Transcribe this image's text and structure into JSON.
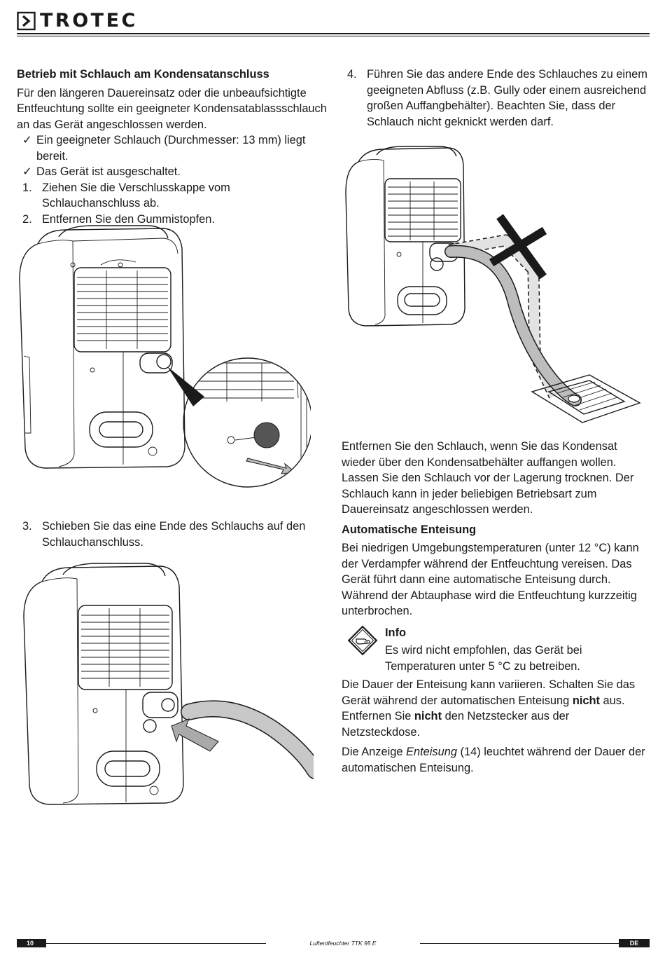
{
  "header": {
    "brand": "TROTEC"
  },
  "left": {
    "heading": "Betrieb mit Schlauch am Kondensatanschluss",
    "intro": "Für den längeren Dauereinsatz oder die unbeaufsichtigte Entfeuchtung sollte ein geeigneter Kondensatablassschlauch an das Gerät angeschlossen werden.",
    "checks": [
      "Ein geeigneter Schlauch (Durchmesser: 13 mm) liegt bereit.",
      "Das Gerät ist ausgeschaltet."
    ],
    "check_mark": "✓",
    "steps": [
      {
        "num": "1.",
        "text": "Ziehen Sie die Verschlusskappe vom Schlauchanschluss ab."
      },
      {
        "num": "2.",
        "text": "Entfernen Sie den Gummistopfen."
      }
    ],
    "step3": {
      "num": "3.",
      "text": "Schieben Sie das eine Ende des Schlauchs auf den Schlauchanschluss."
    }
  },
  "right": {
    "step4": {
      "num": "4.",
      "text": "Führen Sie das andere Ende des Schlauches zu einem geeigneten Abfluss (z.B. Gully oder einem ausreichend großen Auffangbehälter). Beachten Sie, dass der Schlauch nicht geknickt werden darf."
    },
    "remove_para": "Entfernen Sie den Schlauch, wenn Sie das Kondensat wieder über den Kondensatbehälter auffangen wollen. Lassen Sie den Schlauch vor der Lagerung trocknen. Der Schlauch kann in jeder beliebigen Betriebsart zum Dauereinsatz angeschlossen werden.",
    "defrost_heading": "Automatische Enteisung",
    "defrost_para": "Bei niedrigen Umgebungstemperaturen (unter 12 °C) kann der Verdampfer während der Entfeuchtung vereisen. Das Gerät führt dann eine automatische Enteisung durch. Während der Abtauphase wird die Entfeuchtung kurzzeitig unterbrochen.",
    "info_title": "Info",
    "info_text": "Es wird nicht empfohlen, das Gerät bei Temperaturen unter 5 °C zu betreiben.",
    "duration_a": "Die Dauer der Enteisung kann variieren. Schalten Sie das Gerät während der automatischen Enteisung ",
    "duration_b": "nicht",
    "duration_c": " aus. Entfernen Sie ",
    "duration_d": "nicht",
    "duration_e": " den Netzstecker aus der Netzsteckdose.",
    "display_a": "Die Anzeige ",
    "display_b": "Enteisung",
    "display_c": " (14) leuchtet während der Dauer der automatischen Enteisung."
  },
  "footer": {
    "page_number": "10",
    "doc_title": "Luftentfeuchter TTK 95 E",
    "language": "DE"
  },
  "icons": [
    "brand-chevron-icon",
    "info-hand-icon"
  ]
}
